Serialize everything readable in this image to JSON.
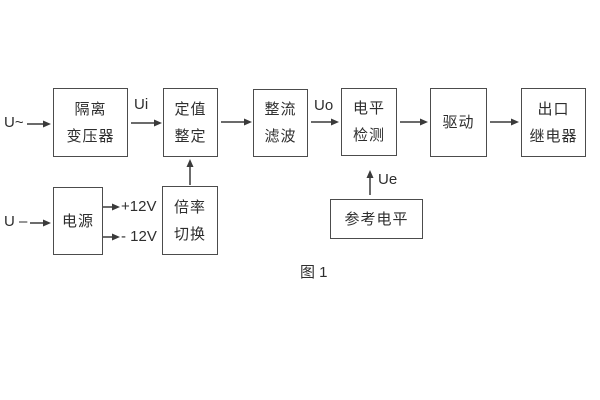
{
  "figure": {
    "caption": "图 1",
    "colors": {
      "line": "#3a3a3a",
      "text": "#2e2e2e",
      "background": "#ffffff"
    },
    "inputs": {
      "ac_label": "U~",
      "dc_label": "U –"
    },
    "signal_labels": {
      "ui": "Ui",
      "uo": "Uo",
      "ue": "Ue"
    },
    "power_rails": {
      "positive": "+12V",
      "negative": "- 12V"
    },
    "blocks": {
      "isolation_transformer": {
        "line1": "隔离",
        "line2": "变压器"
      },
      "setting_adjust": {
        "line1": "定值",
        "line2": "整定"
      },
      "rectifier_filter": {
        "line1": "整流",
        "line2": "滤波"
      },
      "level_detect": {
        "line1": "电平",
        "line2": "检测"
      },
      "drive": {
        "line1": "驱动"
      },
      "output_relay": {
        "line1": "出口",
        "line2": "继电器"
      },
      "power_supply": {
        "line1": "电源"
      },
      "multiplier_switch": {
        "line1": "倍率",
        "line2": "切换"
      },
      "reference_level": {
        "line1": "参考电平"
      }
    },
    "connections": [
      {
        "from": "ac-input",
        "to": "isolation_transformer"
      },
      {
        "from": "isolation_transformer",
        "to": "setting_adjust",
        "label": "Ui"
      },
      {
        "from": "setting_adjust",
        "to": "rectifier_filter"
      },
      {
        "from": "rectifier_filter",
        "to": "level_detect",
        "label": "Uo"
      },
      {
        "from": "level_detect",
        "to": "drive"
      },
      {
        "from": "drive",
        "to": "output_relay"
      },
      {
        "from": "dc-input",
        "to": "power_supply"
      },
      {
        "from": "power_supply",
        "to": "+12V rail"
      },
      {
        "from": "power_supply",
        "to": "-12V rail"
      },
      {
        "from": "multiplier_switch",
        "to": "setting_adjust"
      },
      {
        "from": "reference_level",
        "to": "level_detect",
        "label": "Ue"
      }
    ]
  }
}
